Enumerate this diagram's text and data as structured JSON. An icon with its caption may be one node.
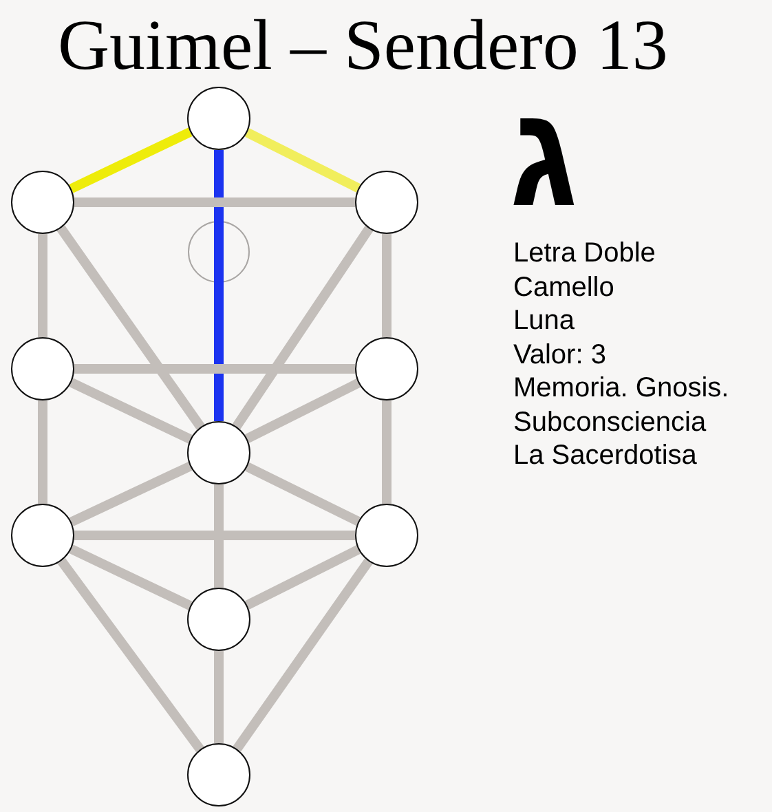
{
  "diagram": {
    "title": "Guimel – Sendero 13",
    "nodes": [
      {
        "text": [],
        "shape": "circle"
      },
      {
        "text": [],
        "shape": "circle"
      },
      {
        "text": [],
        "shape": "circle"
      },
      {
        "text": [],
        "shape": "circle"
      },
      {
        "text": [],
        "shape": "circle"
      },
      {
        "text": [],
        "shape": "circle"
      },
      {
        "text": [],
        "shape": "circle"
      },
      {
        "text": [],
        "shape": "circle"
      },
      {
        "text": [],
        "shape": "circle"
      },
      {
        "text": [],
        "shape": "circle"
      }
    ],
    "edges": [
      {
        "from": 0,
        "to": 1,
        "arrow": "none",
        "color": "#eeec0a"
      },
      {
        "from": 0,
        "to": 2,
        "arrow": "none",
        "color": "#f1ee5c"
      },
      {
        "from": 0,
        "to": 5,
        "arrow": "none",
        "color": "#1b33f0"
      },
      {
        "from": 1,
        "to": 2,
        "arrow": "none"
      },
      {
        "from": 1,
        "to": 3,
        "arrow": "none"
      },
      {
        "from": 1,
        "to": 5,
        "arrow": "none"
      },
      {
        "from": 2,
        "to": 5,
        "arrow": "none"
      },
      {
        "from": 2,
        "to": 4,
        "arrow": "none"
      },
      {
        "from": 3,
        "to": 4,
        "arrow": "none"
      },
      {
        "from": 3,
        "to": 5,
        "arrow": "none"
      },
      {
        "from": 4,
        "to": 5,
        "arrow": "none"
      },
      {
        "from": 3,
        "to": 6,
        "arrow": "none"
      },
      {
        "from": 4,
        "to": 7,
        "arrow": "none"
      },
      {
        "from": 5,
        "to": 6,
        "arrow": "none"
      },
      {
        "from": 5,
        "to": 7,
        "arrow": "none"
      },
      {
        "from": 6,
        "to": 7,
        "arrow": "none"
      },
      {
        "from": 5,
        "to": 8,
        "arrow": "none"
      },
      {
        "from": 6,
        "to": 8,
        "arrow": "none"
      },
      {
        "from": 7,
        "to": 8,
        "arrow": "none"
      },
      {
        "from": 6,
        "to": 9,
        "arrow": "none"
      },
      {
        "from": 7,
        "to": 9,
        "arrow": "none"
      },
      {
        "from": 8,
        "to": 9,
        "arrow": "none"
      }
    ],
    "labels": [
      "ג",
      "Letra Doble",
      "Camello",
      "Luna",
      "Valor: 3",
      "Memoria. Gnosis.",
      "Subconsciencia",
      "La Sacerdotisa"
    ]
  }
}
